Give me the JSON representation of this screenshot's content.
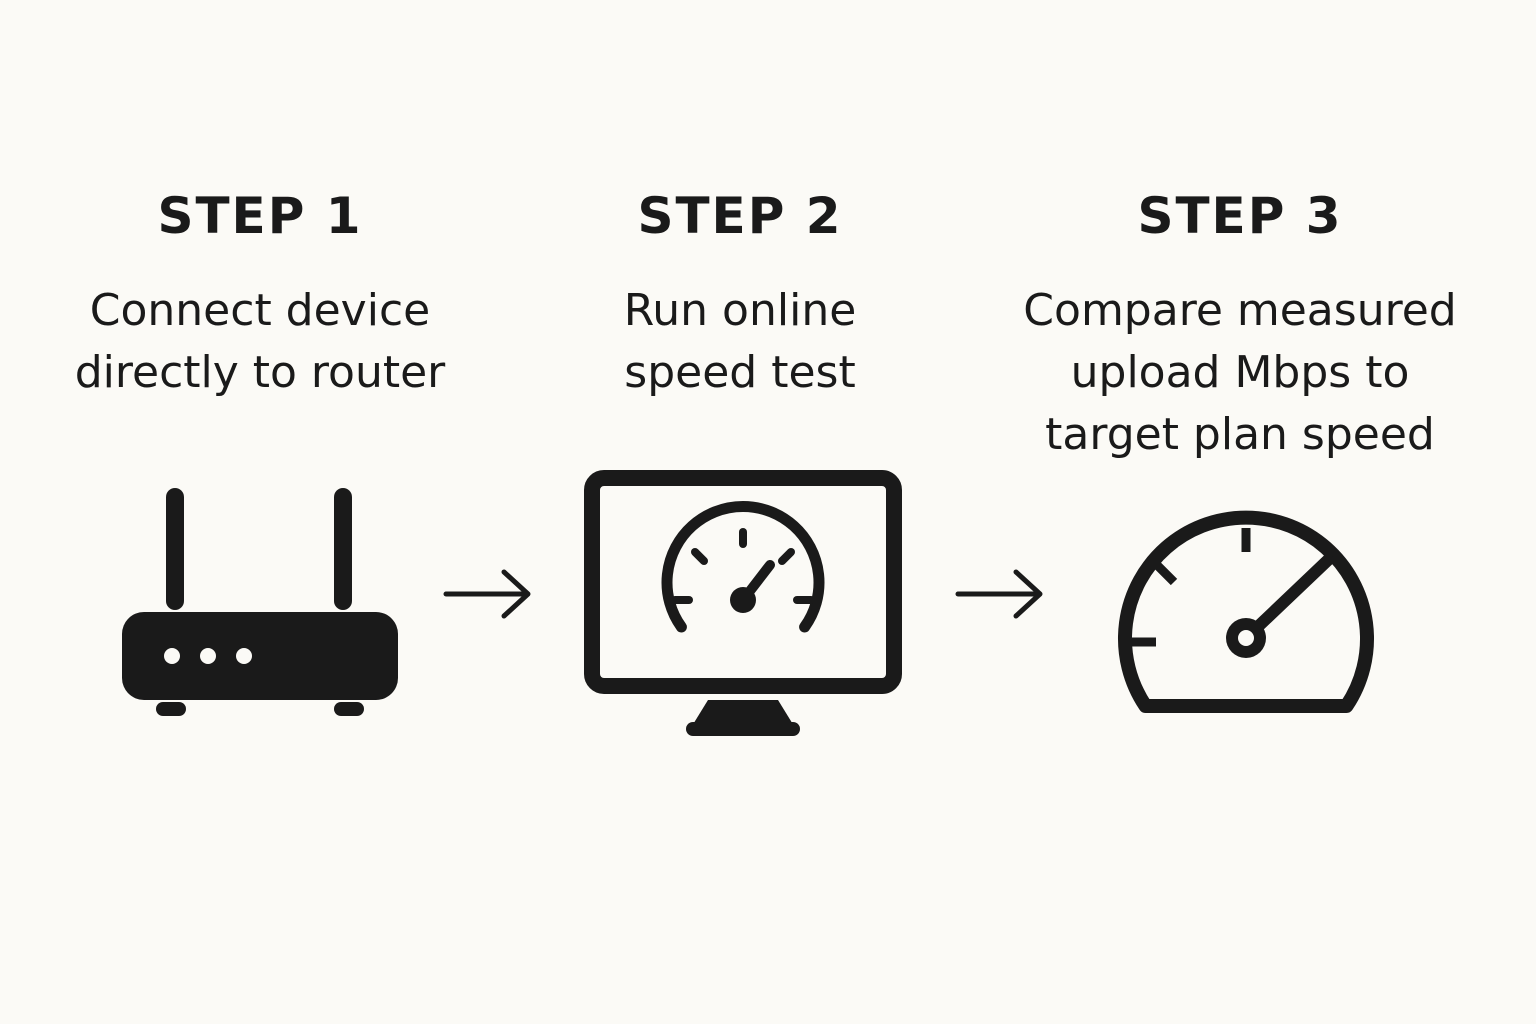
{
  "steps": [
    {
      "title": "STEP 1",
      "description": "Connect device\ndirectly to router",
      "icon": "router-icon"
    },
    {
      "title": "STEP 2",
      "description": "Run online\nspeed test",
      "icon": "monitor-speedometer-icon"
    },
    {
      "title": "STEP 3",
      "description": "Compare measured\nupload Mbps to\ntarget plan speed",
      "icon": "speedometer-icon"
    }
  ],
  "connectors": [
    {
      "icon": "arrow-right-icon"
    },
    {
      "icon": "arrow-right-icon"
    }
  ],
  "colors": {
    "background": "#fbfaf6",
    "ink": "#1a1a1a"
  }
}
